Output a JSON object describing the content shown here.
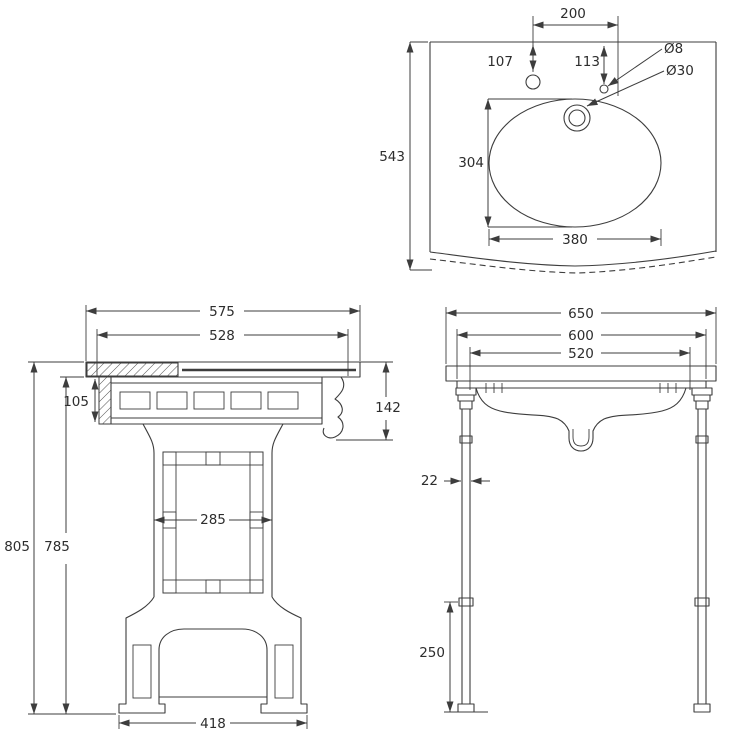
{
  "meta": {
    "description": "Technical dimensional drawing of a basin with pedestal and washstand, three orthographic views",
    "colors": {
      "line": "#3d3d3d",
      "text": "#2d2d2d",
      "background": "#ffffff"
    }
  },
  "plan_view": {
    "dim_200": "200",
    "dim_107": "107",
    "dim_113": "113",
    "dia_8": "Ø8",
    "dia_30": "Ø30",
    "dim_543": "543",
    "dim_304": "304",
    "dim_380": "380"
  },
  "front_view": {
    "dim_575": "575",
    "dim_528": "528",
    "dim_105": "105",
    "dim_142": "142",
    "dim_285": "285",
    "dim_805": "805",
    "dim_785": "785",
    "dim_418": "418"
  },
  "stand_view": {
    "dim_650": "650",
    "dim_600": "600",
    "dim_520": "520",
    "dim_22": "22",
    "dim_250": "250"
  }
}
